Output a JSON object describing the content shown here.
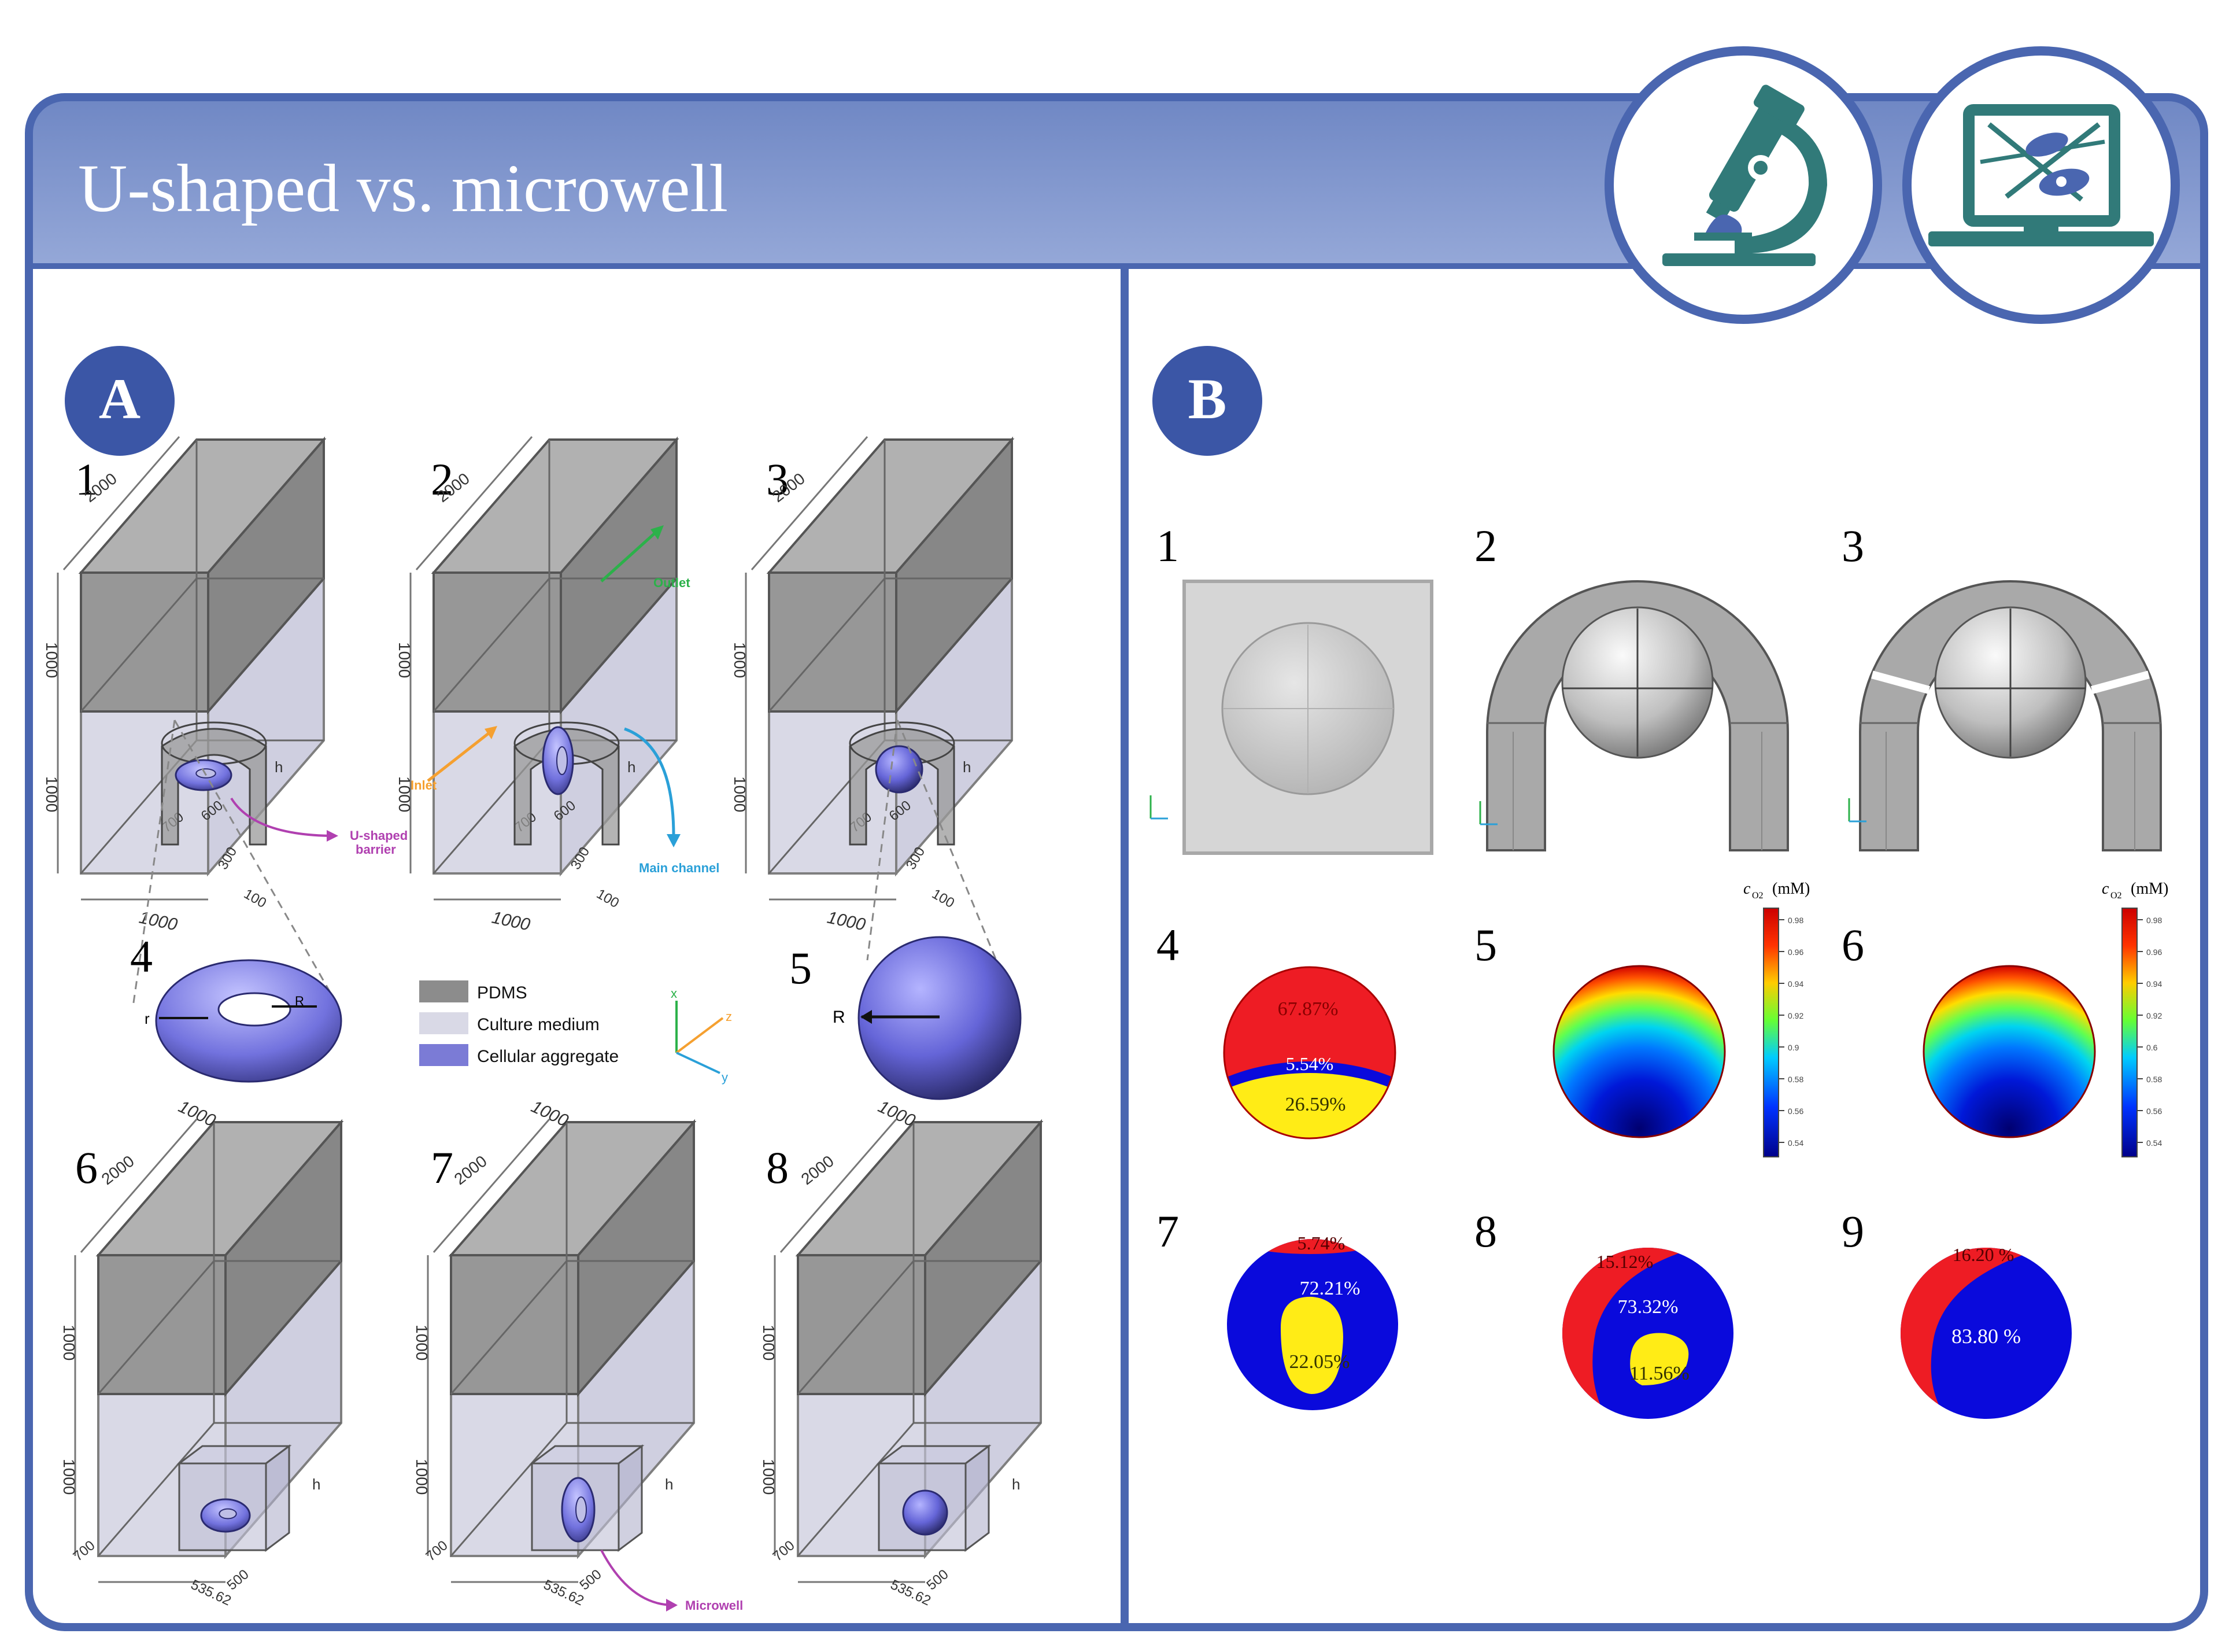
{
  "header": {
    "title": "U-shaped vs. microwell",
    "icons": [
      "microscope-icon",
      "computer-simulation-icon"
    ]
  },
  "panel_a": {
    "badge": "A",
    "numbers": [
      "1",
      "2",
      "3",
      "4",
      "5",
      "6",
      "7",
      "8"
    ],
    "dims": {
      "d2000": "2000",
      "d1000": "1000",
      "d700": "700",
      "d600": "600",
      "d300": "300",
      "d100": "100",
      "d53562": "535.62",
      "d500": "500",
      "h": "h",
      "r": "r",
      "R": "R",
      "R_small": "R",
      "x": "x",
      "y": "y",
      "z": "z"
    },
    "callouts": {
      "u_barrier": "U-shaped barrier",
      "inlet": "Inlet",
      "outlet": "Outlet",
      "main_channel": "Main channel",
      "microwell": "Microwell"
    },
    "legend": [
      {
        "label": "PDMS",
        "color": "#8c8c8c"
      },
      {
        "label": "Culture medium",
        "color": "#d9d9e6"
      },
      {
        "label": "Cellular aggregate",
        "color": "#7b7bd6"
      }
    ]
  },
  "panel_b": {
    "badge": "B",
    "numbers": [
      "1",
      "2",
      "3",
      "4",
      "5",
      "6",
      "7",
      "8",
      "9"
    ],
    "colorbar_label": "c_O2 (mM)",
    "colorbar_ticks_5": [
      "0.98",
      "0.96",
      "0.94",
      "0.92",
      "0.9",
      "0.58",
      "0.56",
      "0.54"
    ],
    "colorbar_ticks_6": [
      "0.98",
      "0.96",
      "0.94",
      "0.92",
      "0.6",
      "0.58",
      "0.56",
      "0.54"
    ],
    "pct": {
      "p4_red": "67.87%",
      "p4_blue": "5.54%",
      "p4_yellow": "26.59%",
      "p7_red": "5.74%",
      "p7_blue": "72.21%",
      "p7_yellow": "22.05%",
      "p8_red": "15.12%",
      "p8_blue": "73.32%",
      "p8_yellow": "11.56%",
      "p9_red": "16.20 %",
      "p9_blue": "83.80 %"
    },
    "colors": {
      "red": "#ee1c24",
      "blue": "#0a0adc",
      "yellow": "#ffec16"
    }
  },
  "theme": {
    "border": "#4a66b0",
    "header_fill": "#7e95cc",
    "badge": "#3b56a6",
    "icon_teal": "#317a79"
  }
}
